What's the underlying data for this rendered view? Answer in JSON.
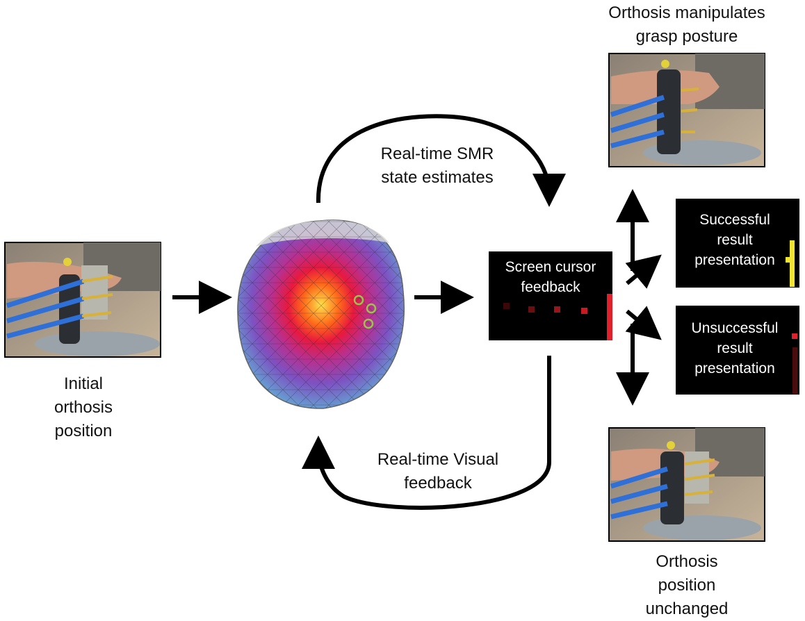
{
  "labels": {
    "initial": "Initial\northosis\nposition",
    "top_right": "Orthosis manipulates\ngrasp posture",
    "bottom_right": "Orthosis\nposition\nunchanged",
    "smr": "Real-time SMR\nstate estimates",
    "visual": "Real-time Visual\nfeedback"
  },
  "screens": {
    "cursor": "Screen cursor\nfeedback",
    "success": "Successful\nresult\npresentation",
    "fail": "Unsuccessful\nresult\npresentation"
  },
  "colors": {
    "arrow": "#000000",
    "screen_bg": "#000000",
    "cursor_bar": "#e0202a",
    "success_bar": "#f1e534",
    "fail_marker": "#e0202a",
    "fail_bar": "#4a0c0c"
  },
  "icons": {
    "photos": "hand-orthosis-photo",
    "brain": "eeg-head-topography"
  }
}
